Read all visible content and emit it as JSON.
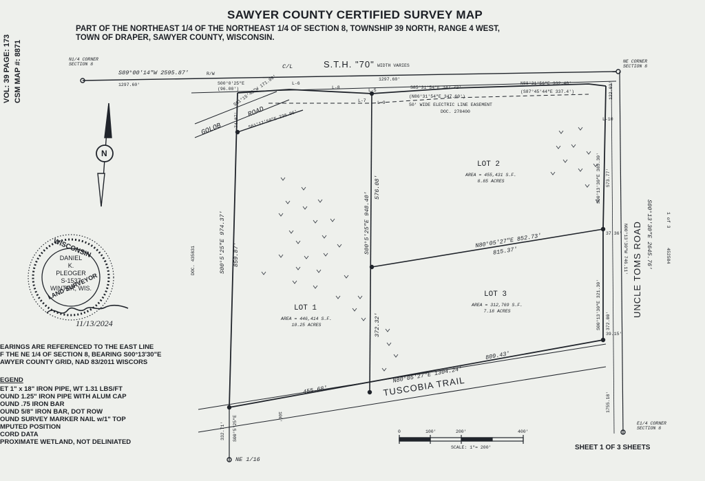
{
  "header": {
    "title": "SAWYER COUNTY CERTIFIED SURVEY MAP",
    "line1": "PART OF THE NORTHEAST 1/4 OF THE NORTHEAST 1/4 OF SECTION 8, TOWNSHIP 39 NORTH, RANGE 4 WEST,",
    "line2": "TOWN OF DRAPER, SAWYER COUNTY, WISCONSIN."
  },
  "side_stamp": {
    "vol": "VOL: 39 PAGE: 173",
    "csm": "CSM MAP #: 8871"
  },
  "corners": {
    "nw": "N1/4 CORNER SECTION 8",
    "ne": "NE CORNER SECTION 8",
    "se": "E1/4 CORNER SECTION 8",
    "sw": "NE 1/16"
  },
  "top_line": {
    "bearing": "S89°00'14\"W 2595.87'",
    "dist_left": "1297.60'",
    "dist_right": "1297.60'",
    "cl": "C/L",
    "row": "R/W"
  },
  "roads": {
    "sth70": "S.T.H. \"70\"",
    "sth70_width": "WIDTH VARIES",
    "golob": "GOLOB",
    "golob_road": "ROAD",
    "uncle_toms": "UNCLE TOMS ROAD",
    "tuscobia": "TUSCOBIA TRAIL"
  },
  "lines": {
    "l6": "L-6",
    "l8": "L-8",
    "l5": "L-5",
    "l7": "L-7",
    "l9": "L-9",
    "l10": "L-10",
    "north_bearing": "S85°31'54\"E 347.72'",
    "north_bearing_paren": "(N86°31'54\"E 347.60')",
    "ne_bearing": "N88°31'56\"E 332.40'",
    "ne_bearing_paren": "(S87°45'44\"E 337.4')",
    "easement": "50' WIDE ELECTRIC LINE EASEMENT",
    "easement_doc": "DOC. 278400",
    "golob_bearing1": "S61°15'45\"W 171.09'",
    "golob_bearing2": "S61°17'50\"E 236.96'",
    "golob_small": "S00°0'25\"E",
    "golob_small2": "(96.00')",
    "seg_74": "74.87'",
    "west_bearing": "S00°5'25\"E 974.37'",
    "west_dist": "859.87'",
    "doc": "DOC. 435831",
    "mid_bearing": "S00°5'25\"E 948.40'",
    "mid_upper": "576.08'",
    "mid_lower": "372.32'",
    "lot_div_bearing": "N80°05'27\"E 852.73'",
    "lot_div_dist": "815.37'",
    "lot_div_end": "37.36'",
    "south_bearing": "N80°05'27\"E 1304.24'",
    "south_left": "455.68'",
    "south_right": "809.43'",
    "south_end": "39.15'",
    "east_bearing": "S00°13'30\"E 2645.76'",
    "east_upper": "573.77'",
    "east_upper2": "S00°13'30\"E 385.30'",
    "east_top": "122.03'",
    "east_mid": "N00°13'30\"W 746.11'",
    "east_mid2": "S00°13'30\"E 321.30'",
    "east_mid3": "372.00'",
    "east_bottom": "1755.18'",
    "sw_dist": "332.71'",
    "sw_bearing": "S00°5'25\"E",
    "sw_mid": "100'",
    "sheet_code": "452584",
    "sheet_small": "1 of 3"
  },
  "lots": [
    {
      "name": "LOT 1",
      "area": "AREA = 446,414 S.F.",
      "acres": "10.25 ACRES"
    },
    {
      "name": "LOT 2",
      "area": "AREA = 455,431 S.F.",
      "acres": "8.85 ACRES"
    },
    {
      "name": "LOT 3",
      "area": "AREA = 312,769 S.F.",
      "acres": "7.18 ACRES"
    }
  ],
  "seal": {
    "top": "WISCONSIN",
    "name1": "DANIEL",
    "name2": "K.",
    "name3": "PLEOGER",
    "number": "S-1537",
    "city": "WINTER, WIS.",
    "bottom": "LAND SURVEYOR",
    "date": "11/13/2024"
  },
  "notes": {
    "bearings1": "EARINGS ARE REFERENCED TO THE EAST LINE",
    "bearings2": "F THE NE 1/4 OF SECTION 8, BEARING S00°13'30\"E",
    "bearings3": "AWYER COUNTY GRID, NAD 83/2011 WISCORS",
    "legend_title": "EGEND",
    "legend": [
      "ET 1\" x 18\" IRON PIPE, WT 1.31 LBS/FT",
      "OUND 1.25\" IRON PIPE WITH ALUM CAP",
      "OUND .75 IRON BAR",
      "OUND 5/8\" IRON BAR, DOT ROW",
      "OUND SURVEY MARKER NAIL w/1\" TOP",
      "MPUTED POSITION",
      "CORD DATA",
      "PROXIMATE WETLAND, NOT DELINIATED"
    ]
  },
  "scale": {
    "t0": "0",
    "t100": "100'",
    "t200": "200'",
    "t400": "400'",
    "label": "SCALE: 1\"= 200'"
  },
  "sheet": "SHEET 1 OF 3 SHEETS",
  "north_letter": "N"
}
